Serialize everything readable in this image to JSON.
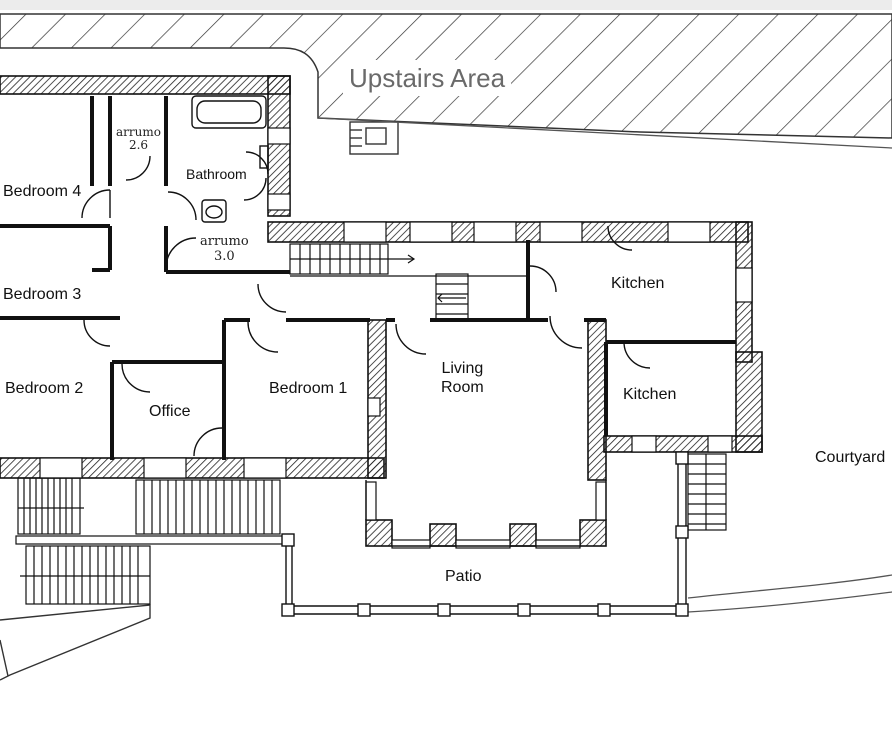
{
  "upstairs_label": "Upstairs Area",
  "rooms": {
    "bedroom4": "Bedroom 4",
    "bedroom3": "Bedroom 3",
    "bedroom2": "Bedroom 2",
    "bedroom1": "Bedroom 1",
    "bathroom": "Bathroom",
    "office": "Office",
    "living_room_line1": "Living",
    "living_room_line2": "Room",
    "kitchen_upper": "Kitchen",
    "kitchen_lower": "Kitchen",
    "patio": "Patio",
    "courtyard": "Courtyard"
  },
  "storage_notes": [
    {
      "word": "arrumo",
      "number": "2.6"
    },
    {
      "word": "arrumo",
      "number": "3.0"
    }
  ]
}
